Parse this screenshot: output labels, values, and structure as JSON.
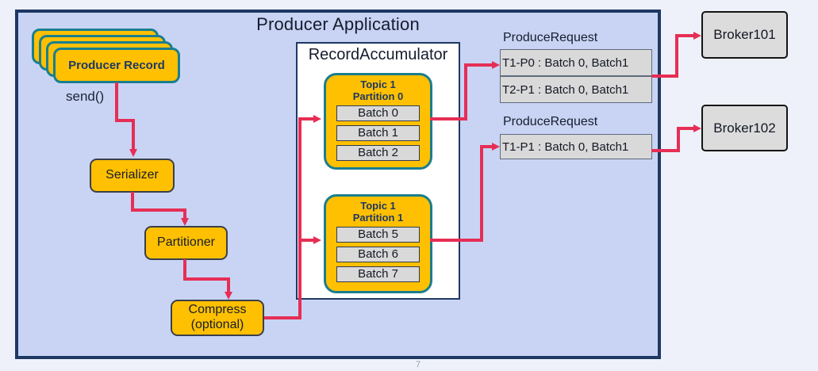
{
  "page": {
    "number": "7"
  },
  "colors": {
    "accent_red": "#e62e55",
    "box_yellow": "#fec000",
    "teal": "#1a7e8f",
    "navy": "#1f3864",
    "panel_blue": "#c9d4f4",
    "outer_bg": "#eef1fa",
    "gray_fill": "#d9d9d9",
    "broker_fill": "#dcdcdc"
  },
  "main": {
    "title": "Producer Application"
  },
  "producer_record": {
    "label": "Producer Record",
    "send_label": "send()"
  },
  "pipeline": [
    {
      "label": "Serializer"
    },
    {
      "label": "Partitioner"
    },
    {
      "label": "Compress",
      "sublabel": "(optional)"
    }
  ],
  "accumulator": {
    "title": "RecordAccumulator",
    "partitions": [
      {
        "topic": "Topic 1",
        "partition": "Partition 0",
        "batches": [
          "Batch 0",
          "Batch 1",
          "Batch 2"
        ]
      },
      {
        "topic": "Topic 1",
        "partition": "Partition 1",
        "batches": [
          "Batch 5",
          "Batch 6",
          "Batch 7"
        ]
      }
    ]
  },
  "requests": [
    {
      "title": "ProduceRequest",
      "items": [
        "T1-P0 : Batch 0, Batch1",
        "T2-P1 : Batch 0, Batch1"
      ]
    },
    {
      "title": "ProduceRequest",
      "items": [
        "T1-P1 : Batch 0, Batch1"
      ]
    }
  ],
  "brokers": [
    {
      "label": "Broker101"
    },
    {
      "label": "Broker102"
    }
  ]
}
